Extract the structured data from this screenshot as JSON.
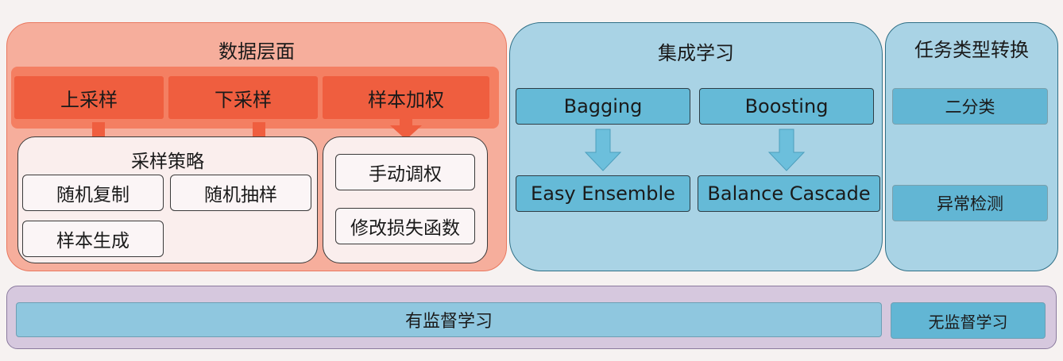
{
  "data_layer": {
    "title": "数据层面",
    "methods": [
      "上采样",
      "下采样",
      "样本加权"
    ],
    "sampling_strategy": {
      "title": "采样策略",
      "items": [
        "随机复制",
        "随机抽样",
        "样本生成"
      ]
    },
    "weighting_items": [
      "手动调权",
      "修改损失函数"
    ]
  },
  "ensemble": {
    "title": "集成学习",
    "methods": [
      "Bagging",
      "Boosting"
    ],
    "results": [
      "Easy Ensemble",
      "Balance Cascade"
    ]
  },
  "task_transform": {
    "title": "任务类型转换",
    "from": "二分类",
    "to": "异常检测"
  },
  "learning": {
    "supervised": "有监督学习",
    "unsupervised": "无监督学习"
  },
  "colors": {
    "data_panel": "#f6ae9c",
    "method_buttons": "#ef5e3f",
    "ensemble_panel": "#a9d3e5",
    "ensemble_buttons": "#65bad7",
    "bottom_panel": "#d6c8de",
    "arrow_red": "#ef5e3f",
    "arrow_blue": "#6cbfdc"
  }
}
